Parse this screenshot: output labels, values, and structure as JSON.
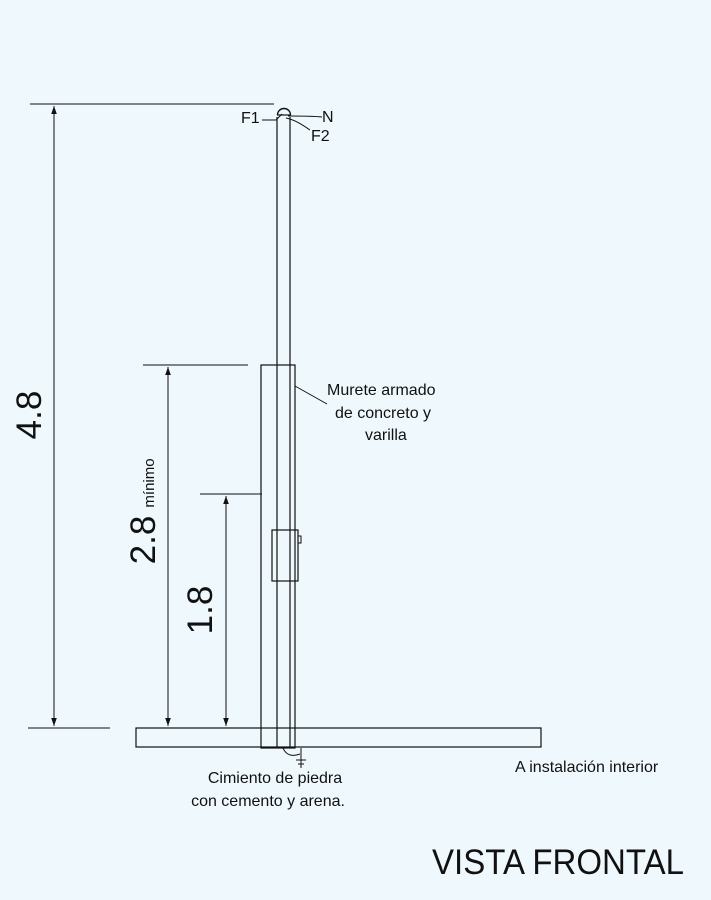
{
  "diagram": {
    "title": "VISTA FRONTAL",
    "conductor_labels": {
      "f1": "F1",
      "n": "N",
      "f2": "F2"
    },
    "dimensions": {
      "total_height": "4.8",
      "wall_height": "2.8",
      "wall_height_note": "mínimo",
      "meter_height": "1.8"
    },
    "annotations": {
      "wall_line1": "Murete armado",
      "wall_line2": "de concreto y",
      "wall_line3": "varilla",
      "foundation_line1": "Cimiento de piedra",
      "foundation_line2": "con cemento y arena.",
      "interior": "A instalación interior"
    },
    "colors": {
      "background": "#eff8fc",
      "ink": "#111111"
    }
  }
}
